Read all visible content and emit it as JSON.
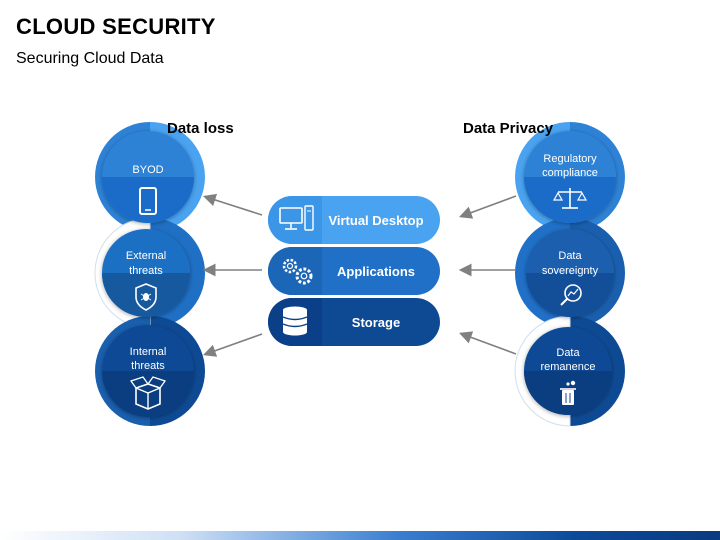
{
  "header": {
    "title": "CLOUD SECURITY",
    "subtitle": "Securing Cloud Data"
  },
  "left_section": {
    "label": "Data loss",
    "items": [
      {
        "line1": "BYOD",
        "line2": "",
        "icon": "smartphone-icon"
      },
      {
        "line1": "External",
        "line2": "threats",
        "icon": "shield-bug-icon"
      },
      {
        "line1": "Internal",
        "line2": "threats",
        "icon": "open-box-icon"
      }
    ]
  },
  "right_section": {
    "label": "Data Privacy",
    "items": [
      {
        "line1": "Regulatory",
        "line2": "compliance",
        "icon": "balance-scale-icon"
      },
      {
        "line1": "Data",
        "line2": "sovereignty",
        "icon": "magnifier-chart-icon"
      },
      {
        "line1": "Data",
        "line2": "remanence",
        "icon": "trash-bin-icon"
      }
    ]
  },
  "center": {
    "items": [
      {
        "label": "Virtual Desktop",
        "icon": "desktop-computer-icon"
      },
      {
        "label": "Applications",
        "icon": "gears-icon"
      },
      {
        "label": "Storage",
        "icon": "database-icon"
      }
    ]
  },
  "colors": {
    "light_blue": "#4aa3f0",
    "mid_blue": "#2e82d6",
    "dark_blue": "#1a5fae",
    "navy": "#0e4a94",
    "arrow_gray": "#808080"
  }
}
